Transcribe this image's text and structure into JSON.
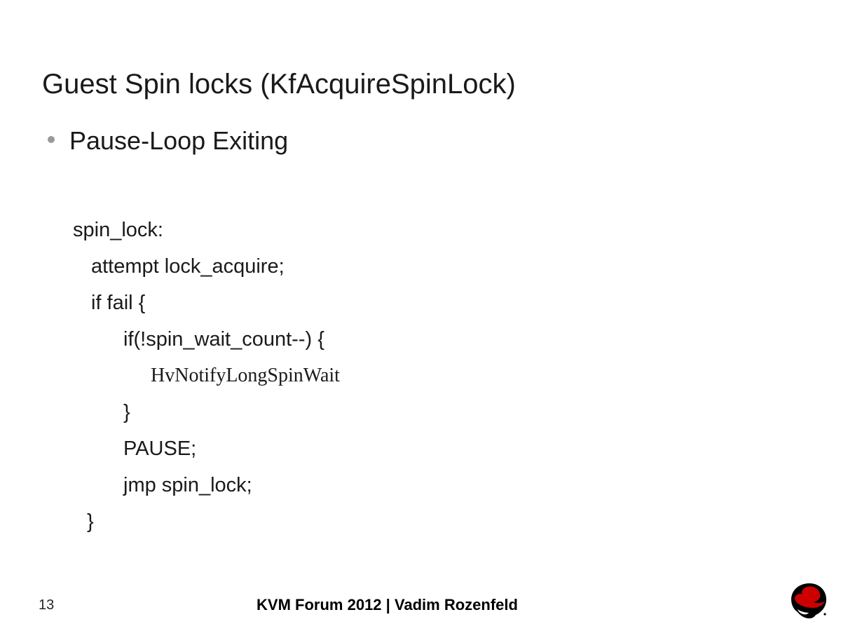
{
  "slide": {
    "title": "Guest Spin locks (KfAcquireSpinLock)",
    "background_color": "#ffffff",
    "text_color": "#1a1a1a",
    "bullets": [
      {
        "text": "Pause-Loop Exiting",
        "marker": "bullet-dot",
        "marker_color": "#999999"
      }
    ],
    "code": [
      {
        "text": "spin_lock:",
        "indent": 0,
        "font": "sans"
      },
      {
        "text": "attempt lock_acquire;",
        "indent": 1,
        "font": "sans"
      },
      {
        "text": "if fail {",
        "indent": 1,
        "font": "sans"
      },
      {
        "text": "if(!spin_wait_count--) {",
        "indent": 2,
        "font": "sans"
      },
      {
        "text": "HvNotifyLongSpinWait",
        "indent": 3,
        "font": "serif"
      },
      {
        "text": "}",
        "indent": 2,
        "font": "sans"
      },
      {
        "text": "PAUSE;",
        "indent": 2,
        "font": "sans"
      },
      {
        "text": "jmp spin_lock;",
        "indent": 2,
        "font": "sans"
      },
      {
        "text": "}",
        "indent": 1,
        "font": "sans"
      }
    ],
    "footer": {
      "slide_number": "13",
      "center_text": "KVM Forum 2012 | Vadim Rozenfeld",
      "logo": {
        "name": "red-hat-shadowman-logo",
        "hat_color": "#CC0000",
        "silhouette_color": "#000000"
      }
    }
  }
}
